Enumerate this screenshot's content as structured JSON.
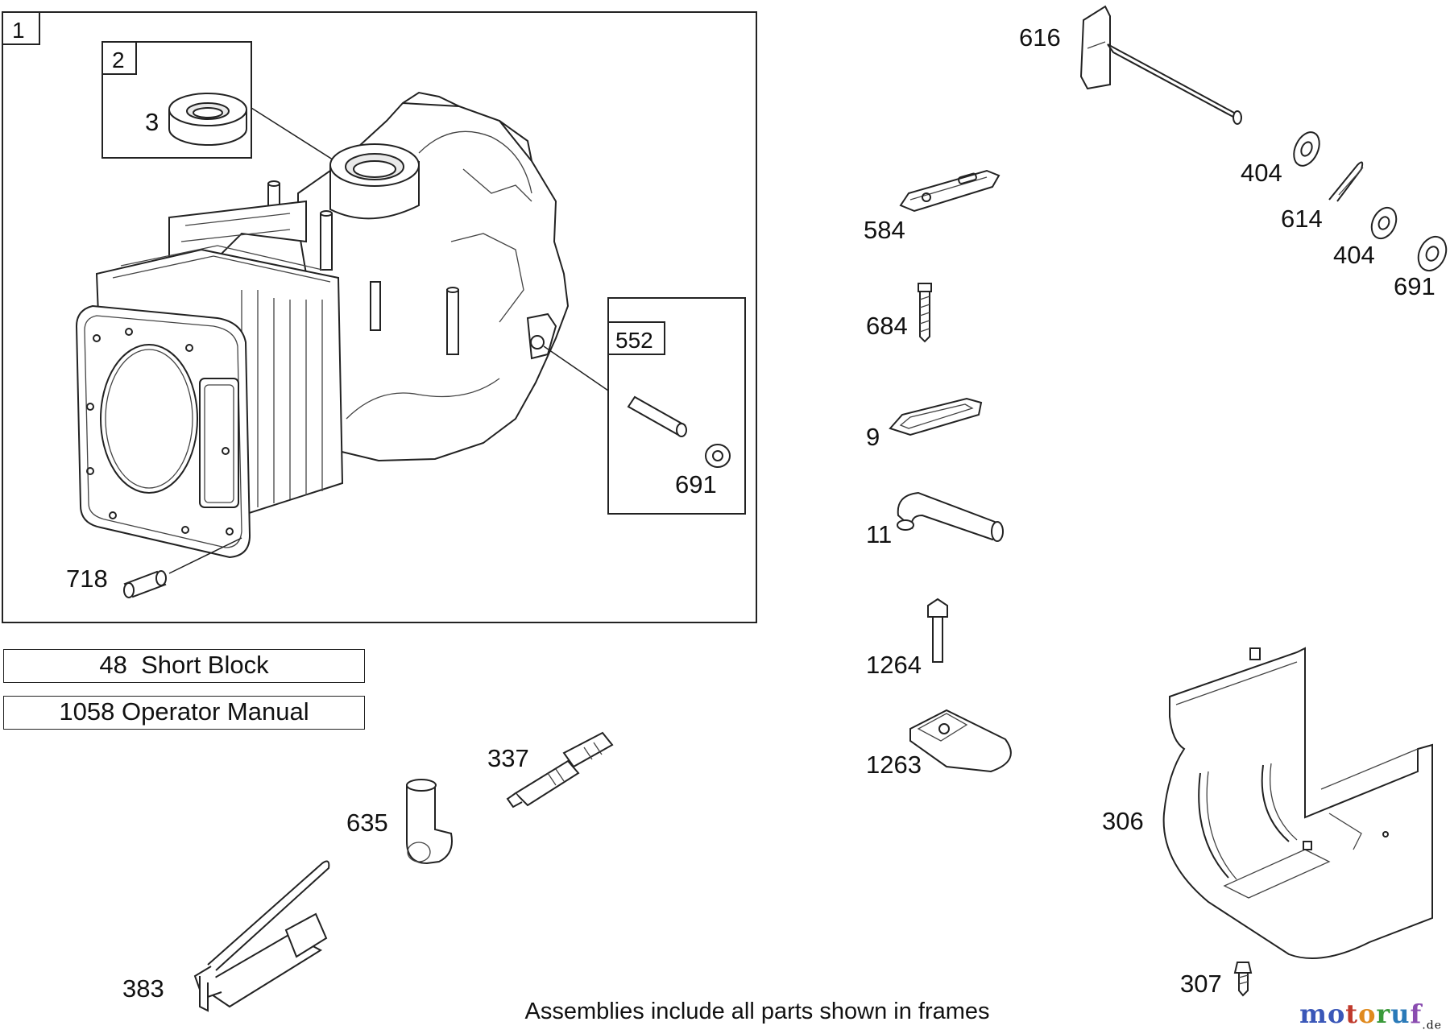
{
  "frames": {
    "main": "1",
    "seal": "2",
    "guide": "552"
  },
  "labels": {
    "p3": "3",
    "p718": "718",
    "p691a": "691",
    "p616": "616",
    "p404a": "404",
    "p614": "614",
    "p404b": "404",
    "p691b": "691",
    "p584": "584",
    "p684": "684",
    "p9": "9",
    "p11": "11",
    "p1264": "1264",
    "p1263": "1263",
    "p337": "337",
    "p635": "635",
    "p383": "383",
    "p306": "306",
    "p307": "307"
  },
  "list": [
    {
      "num": "48",
      "name": "Short Block"
    },
    {
      "num": "1058",
      "name": "Operator Manual"
    }
  ],
  "footnote": "Assemblies include all parts shown in frames",
  "watermark": {
    "name": "motoruf",
    "suffix": ".de"
  },
  "colors": {
    "line": "#222222",
    "background": "#ffffff"
  }
}
